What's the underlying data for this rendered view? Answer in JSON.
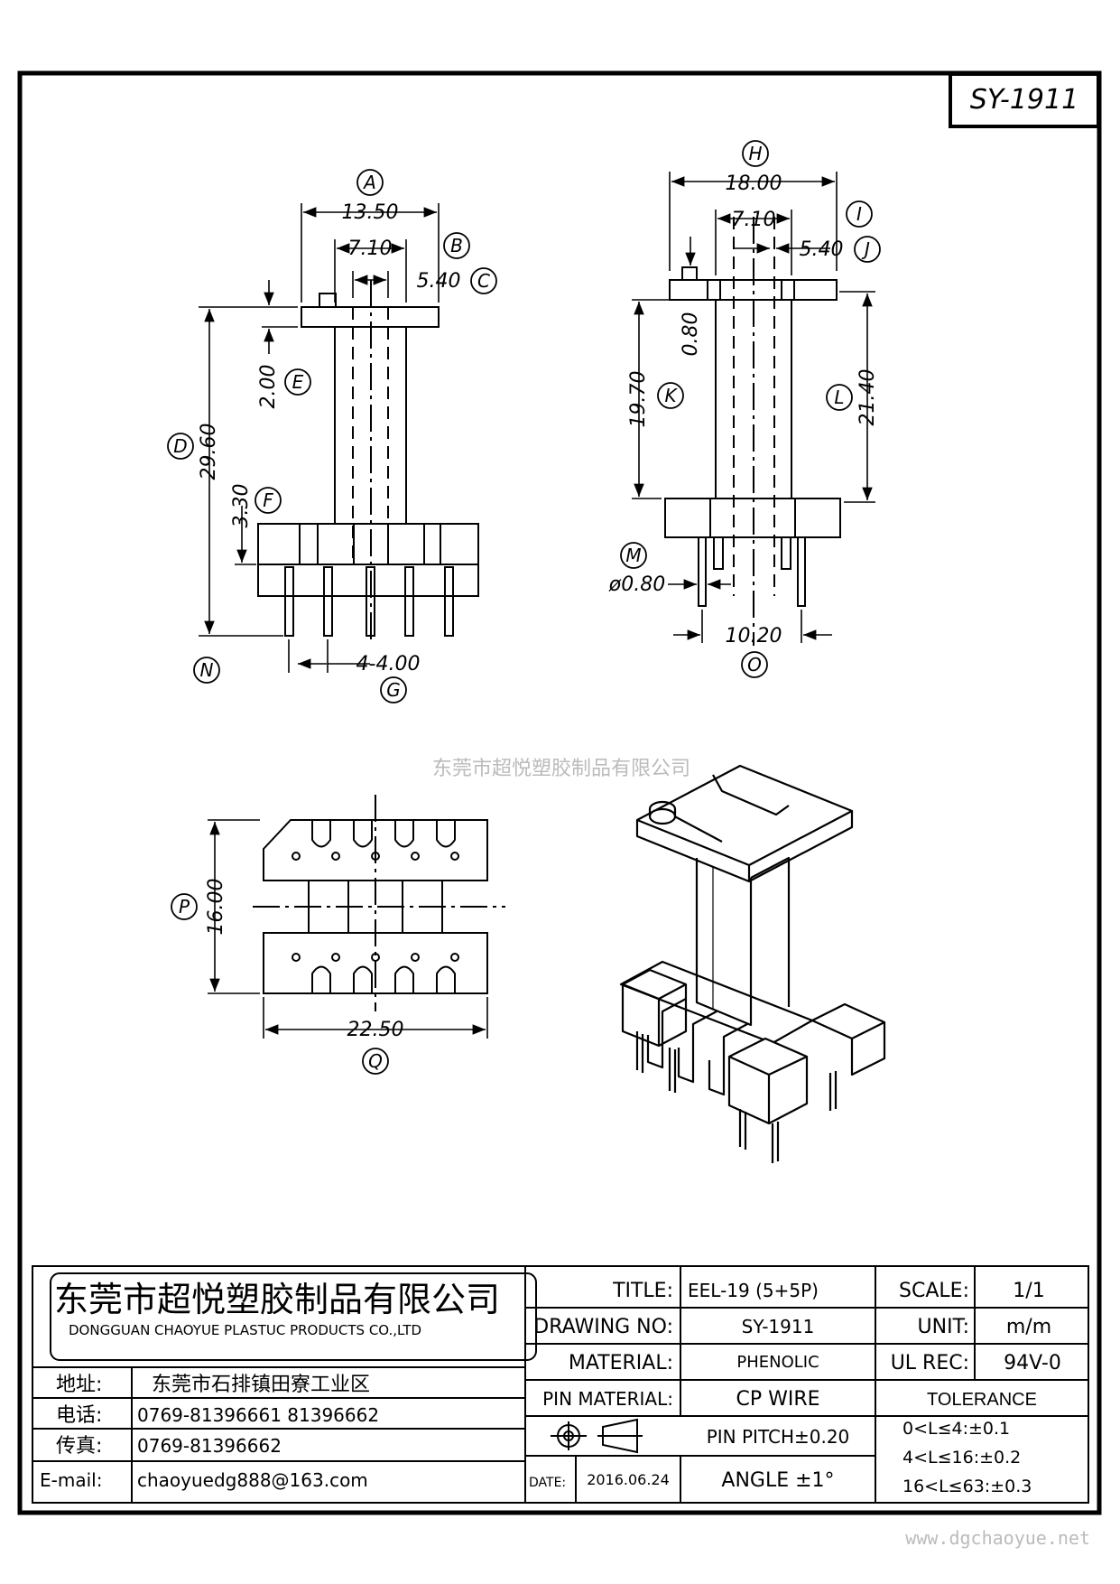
{
  "drawing_code": "SY-1911",
  "watermark": "东莞市超悦塑胶制品有限公司",
  "footer_url": "www.dgchaoyue.net",
  "front_view": {
    "A": {
      "label": "A",
      "value": "13.50"
    },
    "B": {
      "label": "B",
      "value": "7.10"
    },
    "C": {
      "label": "C",
      "value": "5.40"
    },
    "D": {
      "label": "D",
      "value": "29.60"
    },
    "E": {
      "label": "E",
      "value": "2.00"
    },
    "F": {
      "label": "F",
      "value": "3.30"
    },
    "G": {
      "label": "G",
      "value": "4-4.00"
    },
    "N": {
      "label": "N"
    }
  },
  "side_view": {
    "H": {
      "label": "H",
      "value": "18.00"
    },
    "I": {
      "label": "I",
      "value": "7.10"
    },
    "J": {
      "label": "J",
      "value": "5.40"
    },
    "K": {
      "label": "K",
      "value": "19.70"
    },
    "L": {
      "label": "L",
      "value": "21.40"
    },
    "M": {
      "label": "M",
      "value": "ø0.80"
    },
    "O": {
      "label": "O",
      "value": "10.20"
    },
    "thin": {
      "value": "0.80"
    }
  },
  "bottom_view": {
    "P": {
      "label": "P",
      "value": "16.00"
    },
    "Q": {
      "label": "Q",
      "value": "22.50"
    }
  },
  "title_block": {
    "company_cn": "东莞市超悦塑胶制品有限公司",
    "company_en": "DONGGUAN CHAOYUE PLASTUC PRODUCTS CO.,LTD",
    "address_label": "地址:",
    "address_value": "东莞市石排镇田寮工业区",
    "phone_label": "电话:",
    "phone_value": "0769-81396661   81396662",
    "fax_label": "传真:",
    "fax_value": "0769-81396662",
    "email_label": "E-mail:",
    "email_value": "chaoyuedg888@163.com",
    "title_label": "TITLE:",
    "title_value": "EEL-19 (5+5P)",
    "drawing_no_label": "DRAWING NO:",
    "drawing_no_value": "SY-1911",
    "material_label": "MATERIAL:",
    "material_value": "PHENOLIC",
    "pin_material_label": "PIN MATERIAL:",
    "pin_material_value": "CP WIRE",
    "pin_pitch": "PIN PITCH±0.20",
    "date_label": "DATE:",
    "date_value": "2016.06.24",
    "angle": "ANGLE  ±1°",
    "scale_label": "SCALE:",
    "scale_value": "1/1",
    "unit_label": "UNIT:",
    "unit_value": "m/m",
    "ul_label": "UL REC:",
    "ul_value": "94V-0",
    "tolerance_label": "TOLERANCE",
    "tolerance_rows": [
      "0<L≤4:±0.1",
      "4<L≤16:±0.2",
      "16<L≤63:±0.3"
    ]
  }
}
